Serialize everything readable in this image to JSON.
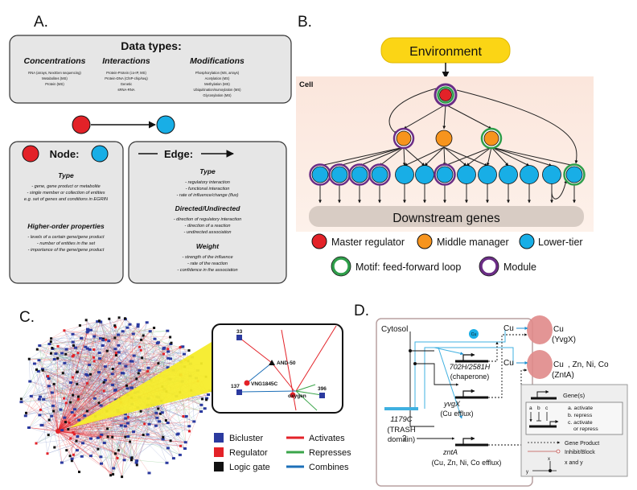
{
  "panels": {
    "a": "A.",
    "b": "B.",
    "c": "C.",
    "d": "D."
  },
  "panel_a": {
    "data_types_title": "Data types:",
    "columns": [
      {
        "heading": "Concentrations",
        "color": "#d2232a",
        "items": [
          "RNA (arrays, NextGen sequencing)",
          "Metabolites (MS)",
          "Protein (MS)"
        ]
      },
      {
        "heading": "Interactions",
        "color": "#1f7a3a",
        "items": [
          "Protein-Protein (co-IP, MS)",
          "Protein-DNA (ChIP-chip/seq)",
          "Genetic",
          "sRNA-RNA"
        ]
      },
      {
        "heading": "Modifications",
        "color": "#2b3a8f",
        "items": [
          "Phosphorylation (MS, arrays)",
          "Acetylation (MS)",
          "Methylation (MS)",
          "Ubiquitination/sumoylation (MS)",
          "Glycosylation (MS)"
        ]
      }
    ],
    "node_box": {
      "title": "Node:",
      "type_heading": "Type",
      "type_items": [
        "- gene, gene product or metabolite",
        "- single member or collection of entities",
        "e.g. set of genes and conditions in EGRIN"
      ],
      "hop_heading": "Higher-order properties",
      "hop_items": [
        "- levels of a certain gene/gene product",
        "- number of entities in the set",
        "- importance of the gene/gene product"
      ]
    },
    "edge_box": {
      "title": "Edge:",
      "type_heading": "Type",
      "type_items": [
        "- regulatory interaction",
        "- functional interaction",
        "- rate of influence/change (flux)"
      ],
      "dir_heading": "Directed/Undirected",
      "dir_items": [
        "- direction of regulatory interaction",
        "- direction of a reaction",
        "- undirected association"
      ],
      "weight_heading": "Weight",
      "weight_items": [
        "- strength of the influence",
        "- rate of the reaction",
        "- confidence in the association"
      ]
    },
    "colors": {
      "red": "#e32228",
      "blue": "#18aee6"
    }
  },
  "panel_b": {
    "environment": "Environment",
    "cell": "Cell",
    "downstream": "Downstream genes",
    "legend": [
      {
        "label": "Master regulator",
        "color": "#e32228"
      },
      {
        "label": "Middle manager",
        "color": "#f7941d"
      },
      {
        "label": "Lower-tier",
        "color": "#18aee6"
      },
      {
        "label": "Motif: feed-forward loop",
        "color": "#2e9e4a"
      },
      {
        "label": "Module",
        "color": "#6b2d86"
      }
    ]
  },
  "panel_c": {
    "inset_labels": {
      "n33": "33",
      "and50": "AND-50",
      "vng": "VNG1845C",
      "n137": "137",
      "n396": "396",
      "oxygen": "oxygen"
    },
    "legend": [
      {
        "label": "Bicluster",
        "color": "#2b3a9f"
      },
      {
        "label": "Regulator",
        "color": "#e32228"
      },
      {
        "label": "Logic gate",
        "color": "#111111"
      },
      {
        "label": "Activates",
        "color": "#e32228"
      },
      {
        "label": "Represses",
        "color": "#3aa54a"
      },
      {
        "label": "Combines",
        "color": "#1c6fb8"
      }
    ]
  },
  "panel_d": {
    "cytosol": "Cytosol",
    "cu_node": "Cu",
    "cu_labels": [
      "Cu",
      "Cu",
      "Cu",
      "Cu"
    ],
    "ygvx_out": "(YvgX)",
    "znta_out": "(ZntA)",
    "znta_extra": ", Zn, Ni, Co",
    "gene1": "702H/2581H",
    "gene1_sub": "(chaperone)",
    "gene2": "yvgX",
    "gene2_sub": "(Cu efflux)",
    "gene3": "zntA",
    "gene3_sub": "(Cu, Zn, Ni, Co efflux)",
    "trash": "1179C",
    "trash_sub": "(TRASH",
    "trash_sub2": "domain)",
    "question": "?",
    "legend": {
      "genes": "Gene(s)",
      "abc": [
        "a",
        "b",
        "c"
      ],
      "activate": "a. activate",
      "repress": "b. repress",
      "act_or_rep1": "c. activate",
      "act_or_rep2": "or repress",
      "gene_product": "Gene Product",
      "inhibit": "Inhibit/Block",
      "x": "x",
      "xy": "x and y",
      "y": "y"
    }
  }
}
